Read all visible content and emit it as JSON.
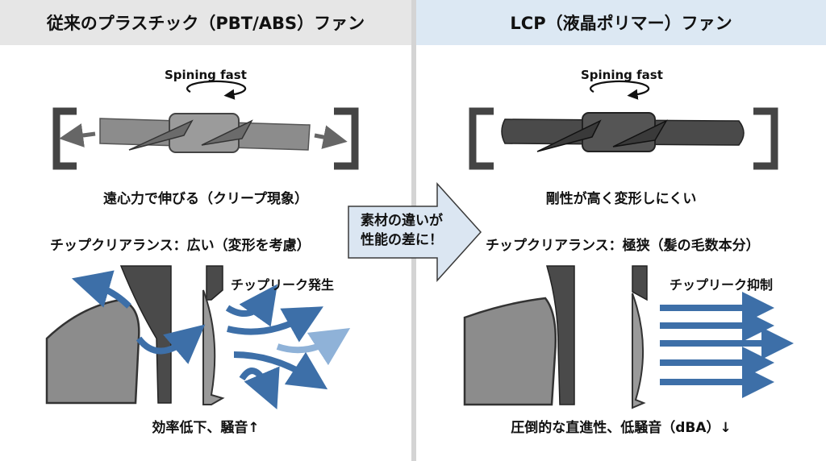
{
  "left": {
    "title": "従来のプラスチック（PBT/ABS）ファン",
    "spin_label": "Spining fast",
    "caption_deform": "遠心力で伸びる（クリープ現象）",
    "clearance": "チップクリアランス：広い（変形を考慮）",
    "leak_label": "チップリーク発生",
    "result": "効率低下、騒音↑"
  },
  "right": {
    "title": "LCP（液晶ポリマー）ファン",
    "spin_label": "Spining fast",
    "caption_deform": "剛性が高く変形しにくい",
    "clearance": "チップクリアランス：極狭（髪の毛数本分）",
    "leak_label": "チップリーク抑制",
    "result": "圧倒的な直進性、低騒音（dBA）↓"
  },
  "center": {
    "line1": "素材の違いが",
    "line2": "性能の差に！"
  },
  "colors": {
    "arrow_blue": "#3d6fa8",
    "arrow_light": "#8fb2d8",
    "blade_light": "#8c8c8c",
    "blade_dark": "#4a4a4a",
    "header_left": "#e6e6e6",
    "header_right": "#dce8f3",
    "center_arrow": "#dbe6f2"
  }
}
